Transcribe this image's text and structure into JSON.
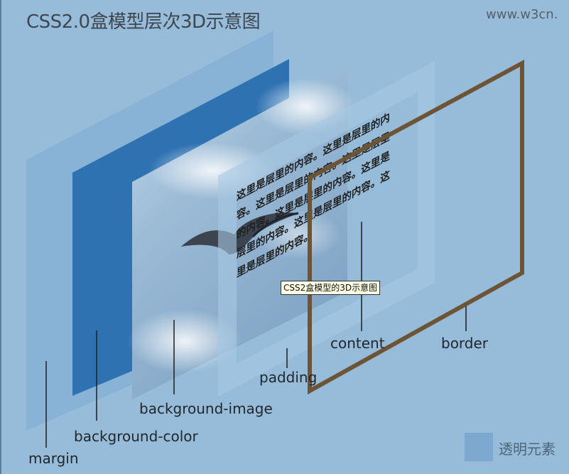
{
  "title": "CSS2.0盒模型层次3D示意图",
  "site": "www.w3cn.",
  "content_text_lines": [
    "这里是层里的内容。这里是层里的内",
    "容。这里是层里的内容。这里是层里",
    "的内容。这里是层里的内容。这里是",
    "层里的内容。这里是层里的内容。这",
    "里是层里的内容。"
  ],
  "tooltip": "CSS2盒模型的3D示意图",
  "labels": {
    "margin": "margin",
    "background_color": "background-color",
    "background_image": "background-image",
    "padding": "padding",
    "content": "content",
    "border": "border"
  },
  "legend": {
    "label": "透明元素",
    "color": "#7da8cf"
  },
  "colors": {
    "background": "#96bcd9",
    "margin_layer": "#88b2d6",
    "background_color_layer": "#2f72b2",
    "padding_layer": "#a6c8e2",
    "border": "#6e5436"
  }
}
